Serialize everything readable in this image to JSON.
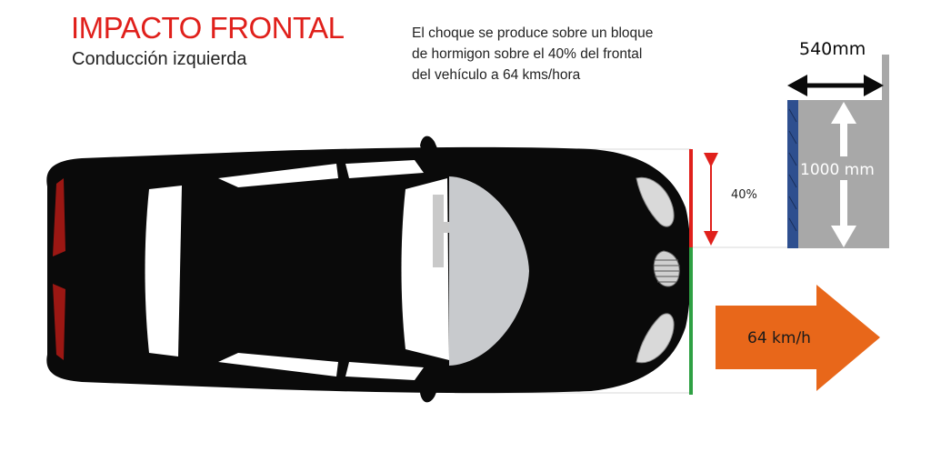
{
  "header": {
    "title": "IMPACTO FRONTAL",
    "subtitle": "Conducción izquierda"
  },
  "description": {
    "lines": [
      "El choque se produce sobre un bloque",
      "de hormigon sobre el 40% del frontal",
      "del vehículo a 64 kms/hora"
    ]
  },
  "diagram": {
    "overlap_label": "40%",
    "block_width_label": "540mm",
    "block_height_label": "1000 mm",
    "speed_label": "64 km/h",
    "colors": {
      "title": "#e0201b",
      "car_body": "#0a0a0a",
      "overlap_line": "#e0201b",
      "remaining_line": "#2ea043",
      "speed_arrow": "#e8671a",
      "block": "#a8a8a8",
      "block_face": "#2e4f8f"
    }
  }
}
